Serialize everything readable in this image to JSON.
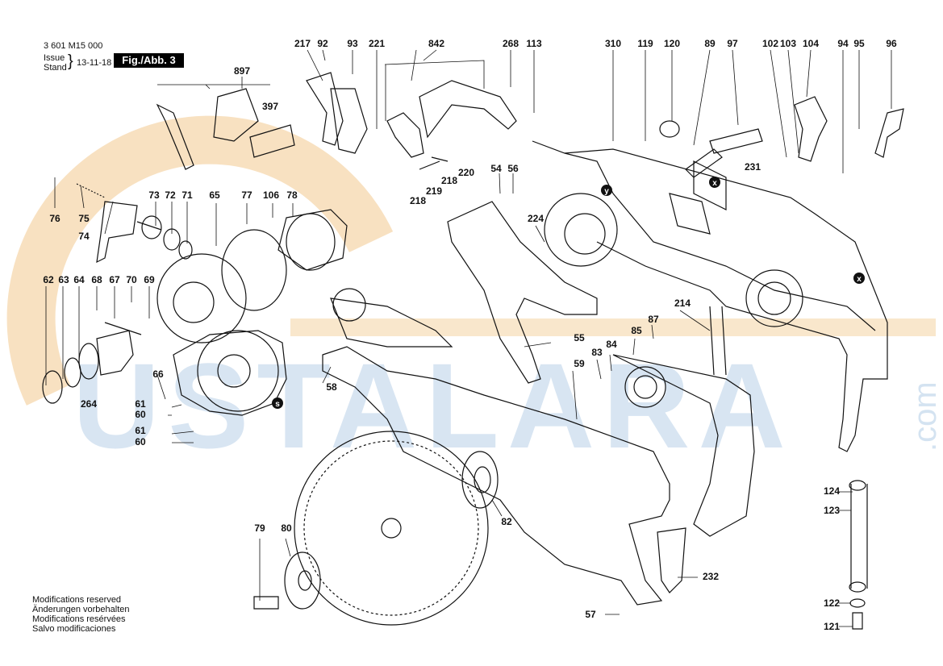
{
  "header": {
    "part_number": "3 601 M15 000",
    "issue_label": "Issue",
    "stand_label": "Stand",
    "issue_date": "13-11-18",
    "figure": "Fig./Abb. 3"
  },
  "notes": [
    "Modifications reserved",
    "Änderungen vorbehalten",
    "Modifications resérvées",
    "Salvo modificaciones"
  ],
  "watermark": {
    "text": "USTALARA",
    "suffix": ".com",
    "color": "#b9d1e8",
    "orange": "#f2c98e"
  },
  "callouts": [
    {
      "id": "897",
      "label": "897"
    },
    {
      "id": "397",
      "label": "397"
    },
    {
      "id": "217",
      "label": "217"
    },
    {
      "id": "92",
      "label": "92"
    },
    {
      "id": "93",
      "label": "93"
    },
    {
      "id": "221",
      "label": "221"
    },
    {
      "id": "842",
      "label": "842"
    },
    {
      "id": "268",
      "label": "268"
    },
    {
      "id": "113",
      "label": "113"
    },
    {
      "id": "310",
      "label": "310"
    },
    {
      "id": "119",
      "label": "119"
    },
    {
      "id": "120",
      "label": "120"
    },
    {
      "id": "89",
      "label": "89"
    },
    {
      "id": "97",
      "label": "97"
    },
    {
      "id": "102",
      "label": "102"
    },
    {
      "id": "103",
      "label": "103"
    },
    {
      "id": "104",
      "label": "104"
    },
    {
      "id": "94",
      "label": "94"
    },
    {
      "id": "95",
      "label": "95"
    },
    {
      "id": "96",
      "label": "96"
    },
    {
      "id": "220",
      "label": "220"
    },
    {
      "id": "218a",
      "label": "218"
    },
    {
      "id": "219",
      "label": "219"
    },
    {
      "id": "218b",
      "label": "218"
    },
    {
      "id": "54",
      "label": "54"
    },
    {
      "id": "56",
      "label": "56"
    },
    {
      "id": "231",
      "label": "231"
    },
    {
      "id": "76",
      "label": "76"
    },
    {
      "id": "75",
      "label": "75"
    },
    {
      "id": "74",
      "label": "74"
    },
    {
      "id": "73",
      "label": "73"
    },
    {
      "id": "72",
      "label": "72"
    },
    {
      "id": "71",
      "label": "71"
    },
    {
      "id": "65",
      "label": "65"
    },
    {
      "id": "77",
      "label": "77"
    },
    {
      "id": "106",
      "label": "106"
    },
    {
      "id": "78",
      "label": "78"
    },
    {
      "id": "224",
      "label": "224"
    },
    {
      "id": "62",
      "label": "62"
    },
    {
      "id": "63",
      "label": "63"
    },
    {
      "id": "64",
      "label": "64"
    },
    {
      "id": "68",
      "label": "68"
    },
    {
      "id": "67",
      "label": "67"
    },
    {
      "id": "70",
      "label": "70"
    },
    {
      "id": "69",
      "label": "69"
    },
    {
      "id": "214",
      "label": "214"
    },
    {
      "id": "87",
      "label": "87"
    },
    {
      "id": "85",
      "label": "85"
    },
    {
      "id": "84",
      "label": "84"
    },
    {
      "id": "83",
      "label": "83"
    },
    {
      "id": "55",
      "label": "55"
    },
    {
      "id": "59",
      "label": "59"
    },
    {
      "id": "66",
      "label": "66"
    },
    {
      "id": "58",
      "label": "58"
    },
    {
      "id": "264",
      "label": "264"
    },
    {
      "id": "61a",
      "label": "61"
    },
    {
      "id": "60a",
      "label": "60"
    },
    {
      "id": "61b",
      "label": "61"
    },
    {
      "id": "60b",
      "label": "60"
    },
    {
      "id": "124",
      "label": "124"
    },
    {
      "id": "123",
      "label": "123"
    },
    {
      "id": "82",
      "label": "82"
    },
    {
      "id": "79",
      "label": "79"
    },
    {
      "id": "80",
      "label": "80"
    },
    {
      "id": "232",
      "label": "232"
    },
    {
      "id": "122",
      "label": "122"
    },
    {
      "id": "57",
      "label": "57"
    },
    {
      "id": "121",
      "label": "121"
    }
  ],
  "markers": [
    {
      "id": "x1",
      "label": "x"
    },
    {
      "id": "y1",
      "label": "y"
    },
    {
      "id": "x2",
      "label": "x"
    },
    {
      "id": "s1",
      "label": "s"
    }
  ]
}
